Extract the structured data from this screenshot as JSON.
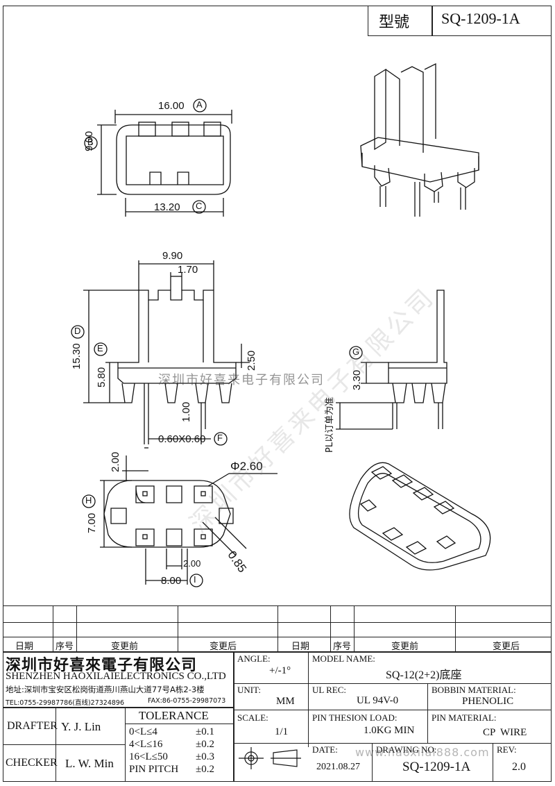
{
  "header": {
    "model_label": "型號",
    "model_value": "SQ-1209-1A"
  },
  "dims": {
    "a": "16.00",
    "a_tag": "A",
    "b": "9.00",
    "b_tag": "B",
    "c": "13.20",
    "c_tag": "C",
    "w990": "9.90",
    "w170": "1.70",
    "d": "15.30",
    "d_tag": "D",
    "e": "5.80",
    "e_tag": "E",
    "h250": "2.50",
    "h100": "1.00",
    "f": "0.60X0.60",
    "f_tag": "F",
    "g": "3.30",
    "g_tag": "G",
    "pl_note": "PL以订单为准",
    "h200": "2.00",
    "dia": "Φ2.60",
    "h": "7.00",
    "h_tag": "H",
    "d085": "0.85",
    "w200": "2.00",
    "i": "8.00",
    "i_tag": "I"
  },
  "revision_table": {
    "headers": [
      "日期",
      "序号",
      "变更前",
      "变更后",
      "日期",
      "序号",
      "变更前",
      "变更后"
    ]
  },
  "company": {
    "name_cn": "深圳市好喜來電子有限公司",
    "name_en": "SHENZHEN HAOXILAIELECTRONICS CO.,LTD",
    "address": "地址:深圳市宝安区松岗街道燕川燕山大道77号A栋2-3楼",
    "tel": "TEL:0755-29987786(直线)27324896",
    "fax": "FAX:86-0755-29987073"
  },
  "title_block": {
    "angle_label": "ANGLE:",
    "angle_value": "+/-1°",
    "model_name_label": "MODEL NAME:",
    "model_name_value": "SQ-12(2+2)底座",
    "unit_label": "UNIT:",
    "unit_value": "MM",
    "ul_rec_label": "UL REC:",
    "ul_rec_value": "UL 94V-0",
    "bobbin_label": "BOBBIN MATERIAL:",
    "bobbin_value": "PHENOLIC",
    "drafter_label": "DRAFTER",
    "drafter_value": "Y. J. Lin",
    "checker_label": "CHECKER",
    "checker_value": "L. W. Min",
    "tolerance_label": "TOLERANCE",
    "tolerance_rows": [
      {
        "range": "0<L≤4",
        "value": "±0.1"
      },
      {
        "range": "4<L≤16",
        "value": "±0.2"
      },
      {
        "range": "16<L≤50",
        "value": "±0.3"
      },
      {
        "range": "PIN PITCH",
        "value": "±0.2"
      }
    ],
    "scale_label": "SCALE:",
    "scale_value": "1/1",
    "pin_load_label": "PIN THESION LOAD:",
    "pin_load_value": "1.0KG MIN",
    "pin_material_label": "PIN MATERIAL:",
    "pin_material_value": "CP  WIRE",
    "date_label": "DATE:",
    "date_value": "2021.08.27",
    "drawing_no_label": "DRAWING NO:",
    "drawing_no_value": "SQ-1209-1A",
    "rev_label": "REV:",
    "rev_value": "2.0"
  },
  "watermarks": {
    "diagonal": "深圳市好喜来电子有限公司",
    "center": "深圳市好喜来电子有限公司",
    "url": "www.haoxilai888.com"
  }
}
